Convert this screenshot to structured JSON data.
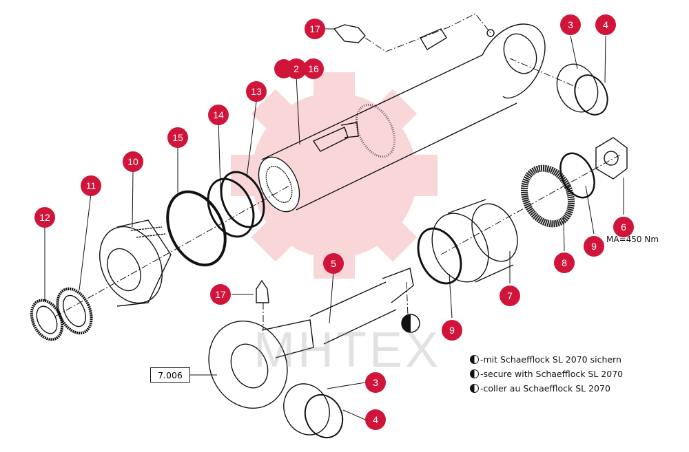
{
  "diagram": {
    "watermark_text": "MHTEX",
    "reference_box": "7.006",
    "torque_note": "MA=450 Nm",
    "legend": [
      "-mit Schaefflock SL 2070 sichern",
      "-secure with Schaefflock SL 2070",
      "-coller au Schaefflock SL 2070"
    ],
    "callout_color": "#d0143a",
    "callouts": {
      "c17_top": "17",
      "c2": "2",
      "c16": "16",
      "c3_top": "3",
      "c4_top": "4",
      "c13": "13",
      "c14": "14",
      "c15": "15",
      "c10": "10",
      "c11": "11",
      "c12": "12",
      "c6": "6",
      "c9_right": "9",
      "c8": "8",
      "c7": "7",
      "c5": "5",
      "c9_mid": "9",
      "c17_bottom": "17",
      "c3_bottom": "3",
      "c4_bottom": "4"
    }
  }
}
